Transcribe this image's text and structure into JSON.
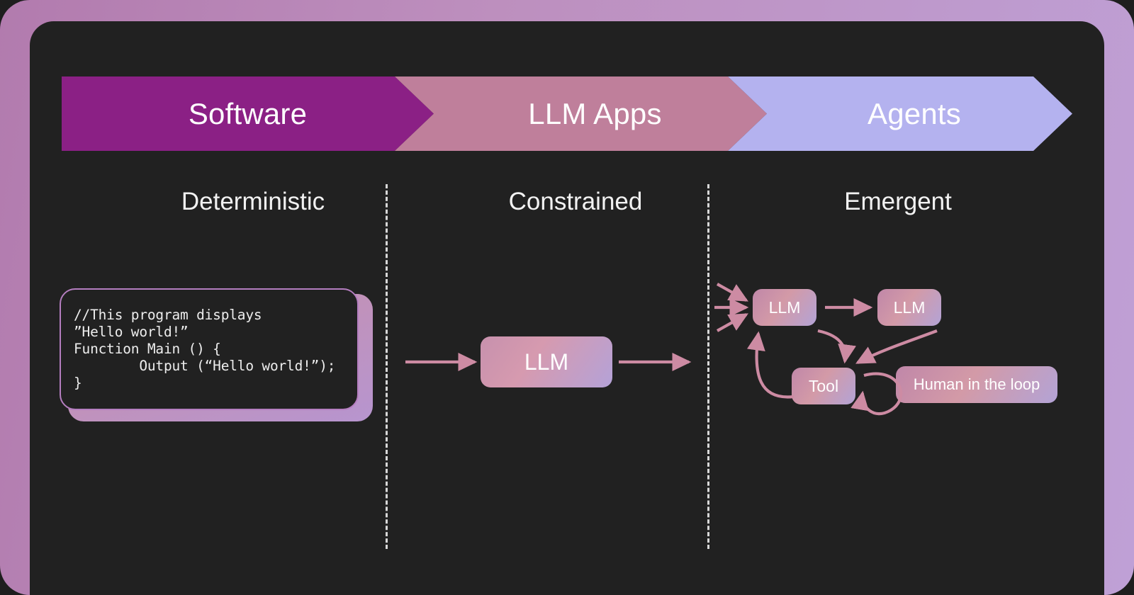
{
  "diagram": {
    "title": "Software to LLM Apps to Agents spectrum",
    "background_color": "#212121",
    "frame_gradient": [
      "#b27bae",
      "#bfa0d6"
    ],
    "accent_color": "#c98fa8"
  },
  "banner": {
    "stages": [
      {
        "label": "Software",
        "color": "#8b2085"
      },
      {
        "label": "LLM Apps",
        "color": "#bf7f9b"
      },
      {
        "label": "Agents",
        "color": "#b4b2ef"
      }
    ]
  },
  "columns": [
    {
      "label": "Deterministic"
    },
    {
      "label": "Constrained"
    },
    {
      "label": "Emergent"
    }
  ],
  "software": {
    "code": "//This program displays\n”Hello world!”\nFunction Main () {\n        Output (“Hello world!”);\n}"
  },
  "llm_apps": {
    "node_label": "LLM",
    "input_arrow": "arrow-right",
    "output_arrow": "arrow-right"
  },
  "agents": {
    "nodes": [
      {
        "id": "llm-1",
        "label": "LLM"
      },
      {
        "id": "llm-2",
        "label": "LLM"
      },
      {
        "id": "tool",
        "label": "Tool"
      },
      {
        "id": "human",
        "label": "Human in the loop"
      }
    ],
    "edges": [
      {
        "from": "input-1",
        "to": "llm-1",
        "style": "straight"
      },
      {
        "from": "input-2",
        "to": "llm-1",
        "style": "straight"
      },
      {
        "from": "input-3",
        "to": "llm-1",
        "style": "straight"
      },
      {
        "from": "llm-1",
        "to": "llm-2",
        "style": "straight"
      },
      {
        "from": "llm-1",
        "to": "tool",
        "style": "curved"
      },
      {
        "from": "llm-2",
        "to": "tool",
        "style": "curved"
      },
      {
        "from": "tool",
        "to": "llm-1",
        "style": "curved"
      },
      {
        "from": "tool",
        "to": "tool",
        "style": "self-loop"
      }
    ]
  }
}
